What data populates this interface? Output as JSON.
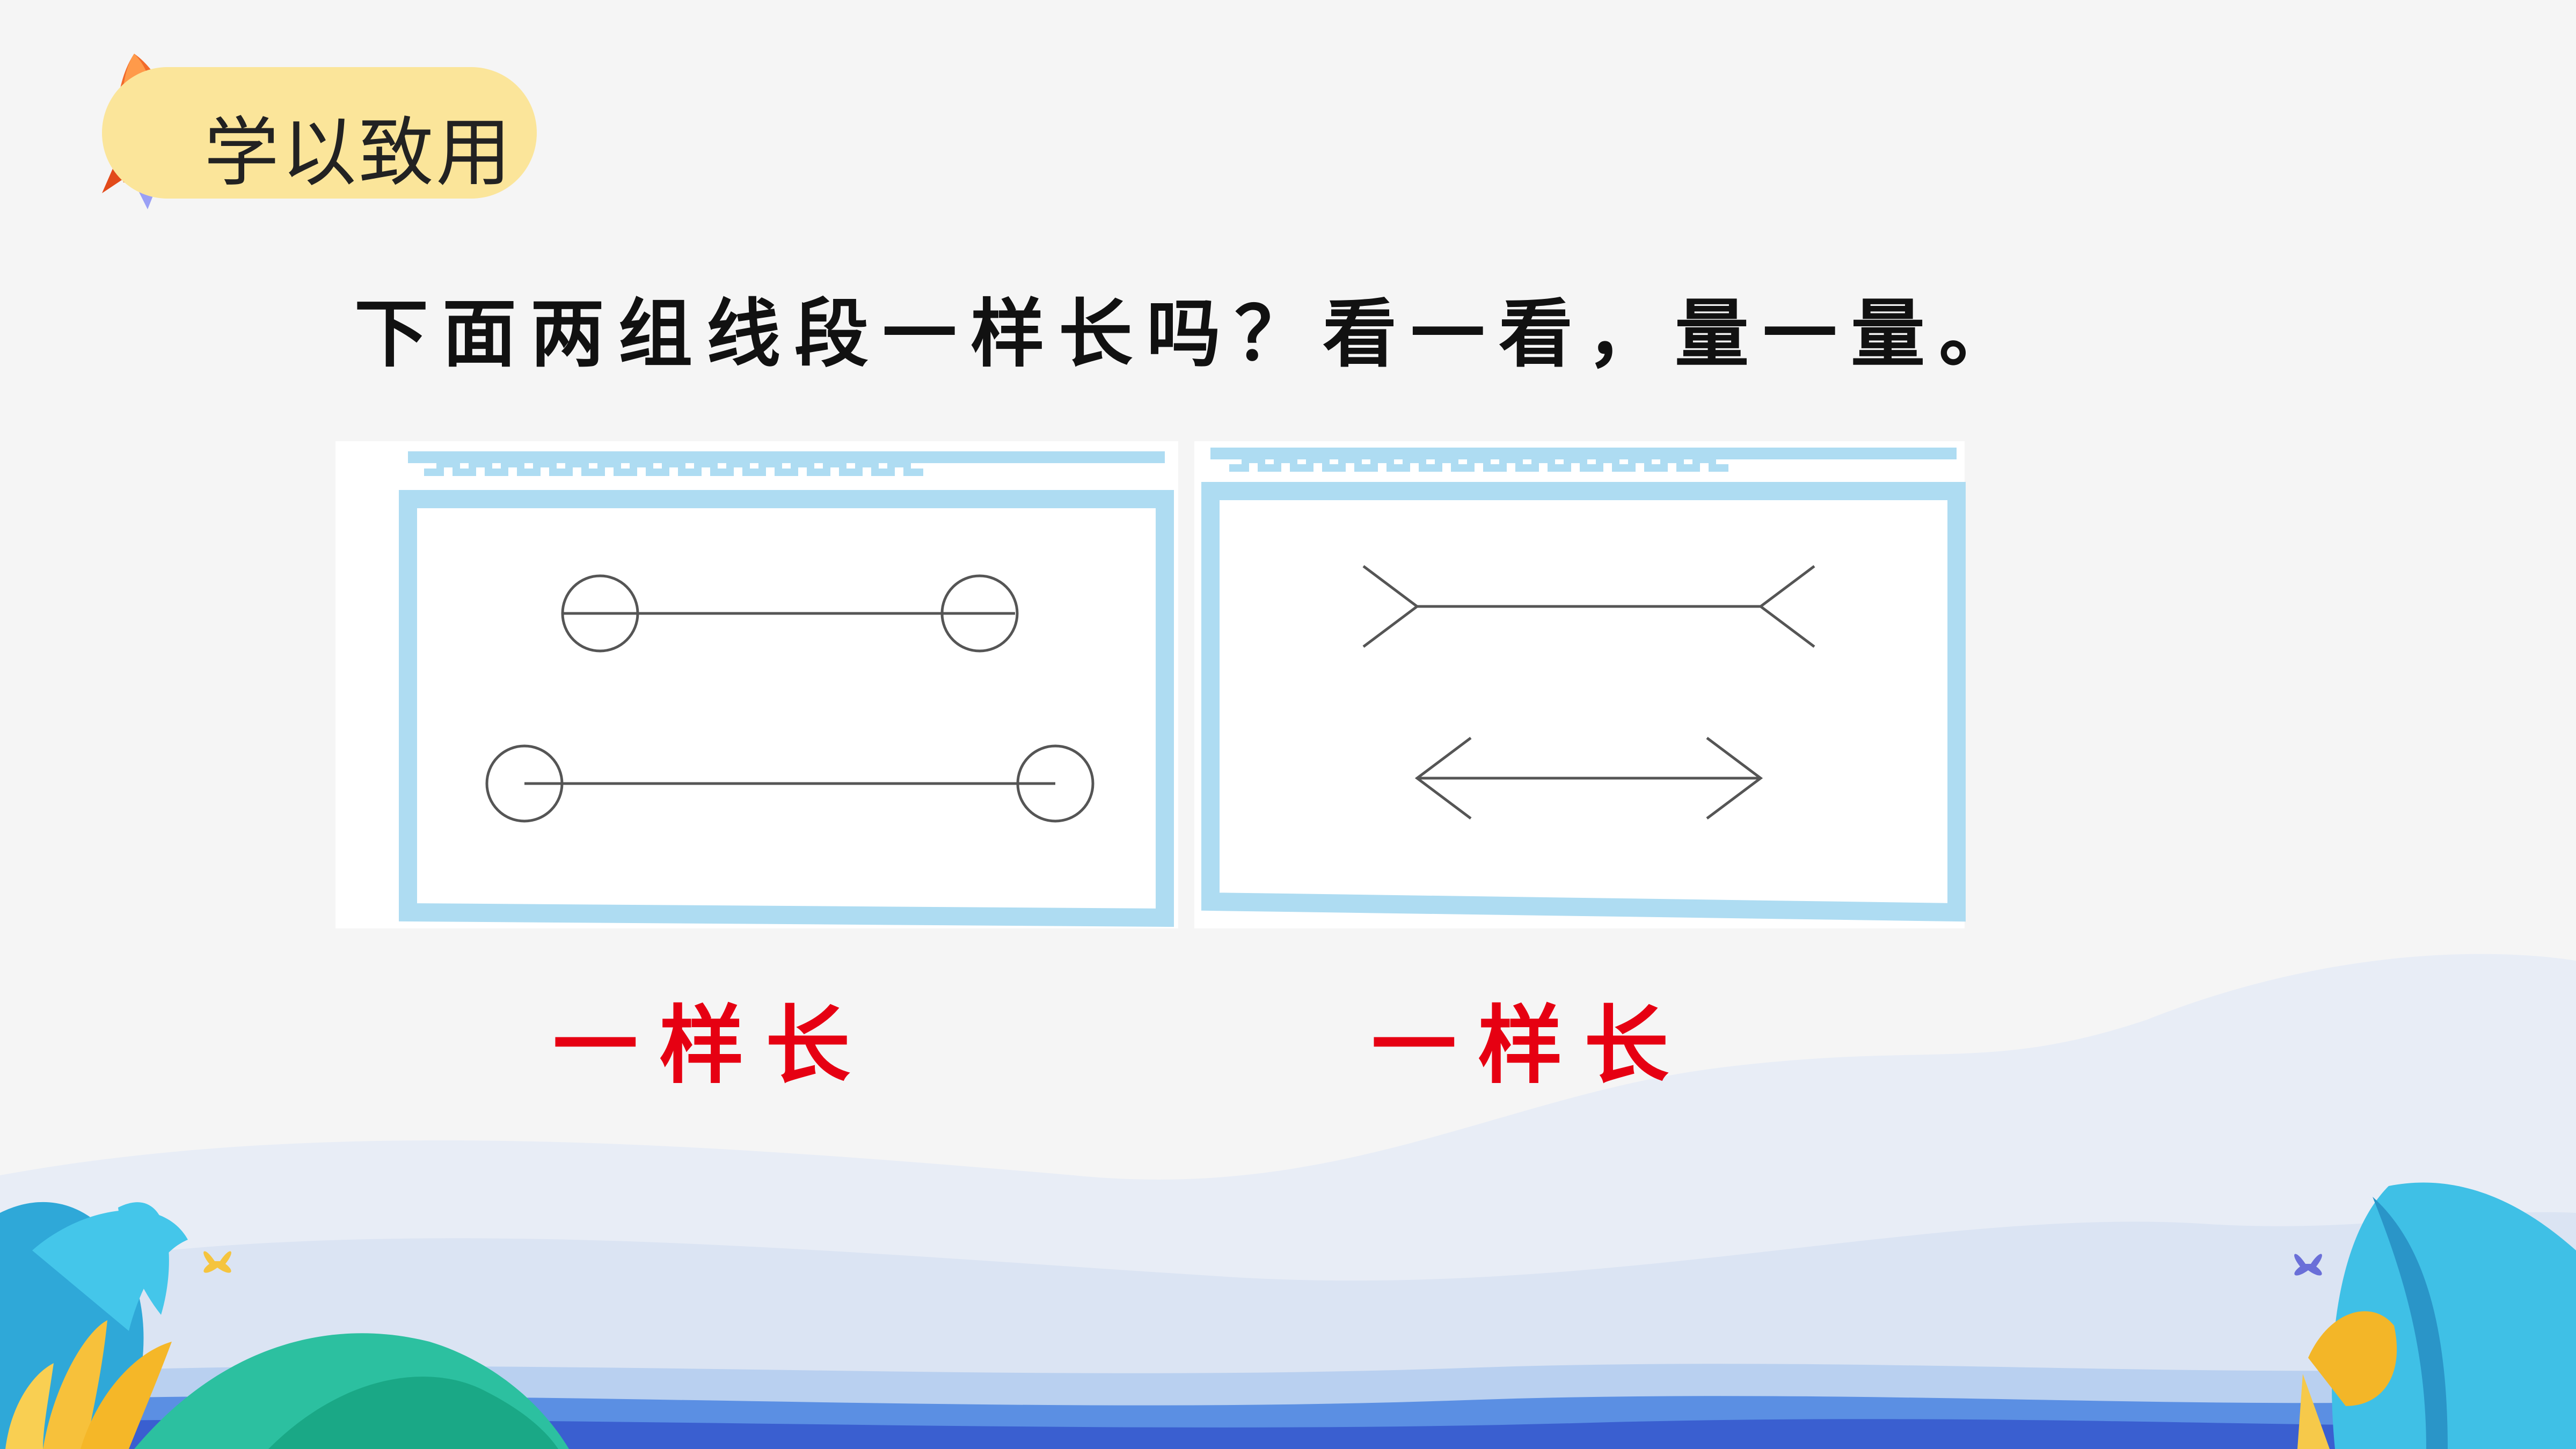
{
  "section": {
    "title": "学以致用"
  },
  "question": {
    "text": "下面两组线段一样长吗？看一看，量一量。"
  },
  "answers": {
    "left": "一样长",
    "right": "一样长"
  },
  "colors": {
    "badge": "#fbe59a",
    "frame": "#aedcf2",
    "answer": "#e60012",
    "water": "#3a6fd8",
    "leaf": "#3fc0e6"
  },
  "icons": [
    "rocket-icon",
    "butterfly-icon"
  ]
}
